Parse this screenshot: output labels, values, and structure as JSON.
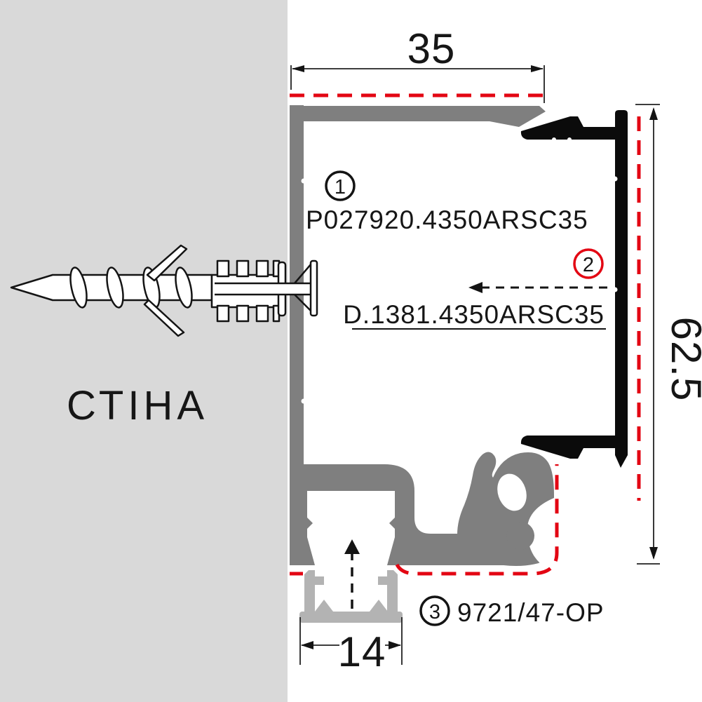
{
  "diagram": {
    "title_hint": "shadow-gap profile wall mounting cross-section",
    "wall_label": "СТІНА",
    "dimensions": {
      "top_width": "35",
      "right_height": "62.5",
      "bottom_led_width": "14"
    },
    "parts": [
      {
        "marker": "1",
        "code": "P027920.4350ARSC35"
      },
      {
        "marker": "2",
        "code": "D.1381.4350ARSC35"
      },
      {
        "marker": "3",
        "code": "9721/47-OP"
      }
    ],
    "colors": {
      "wall": "#d9d9d9",
      "profile": "#7f7f7f",
      "led_profile": "#b3b3b3",
      "cover": "#0b0b0b",
      "accent_red": "#e30613",
      "ink": "#161616"
    }
  }
}
